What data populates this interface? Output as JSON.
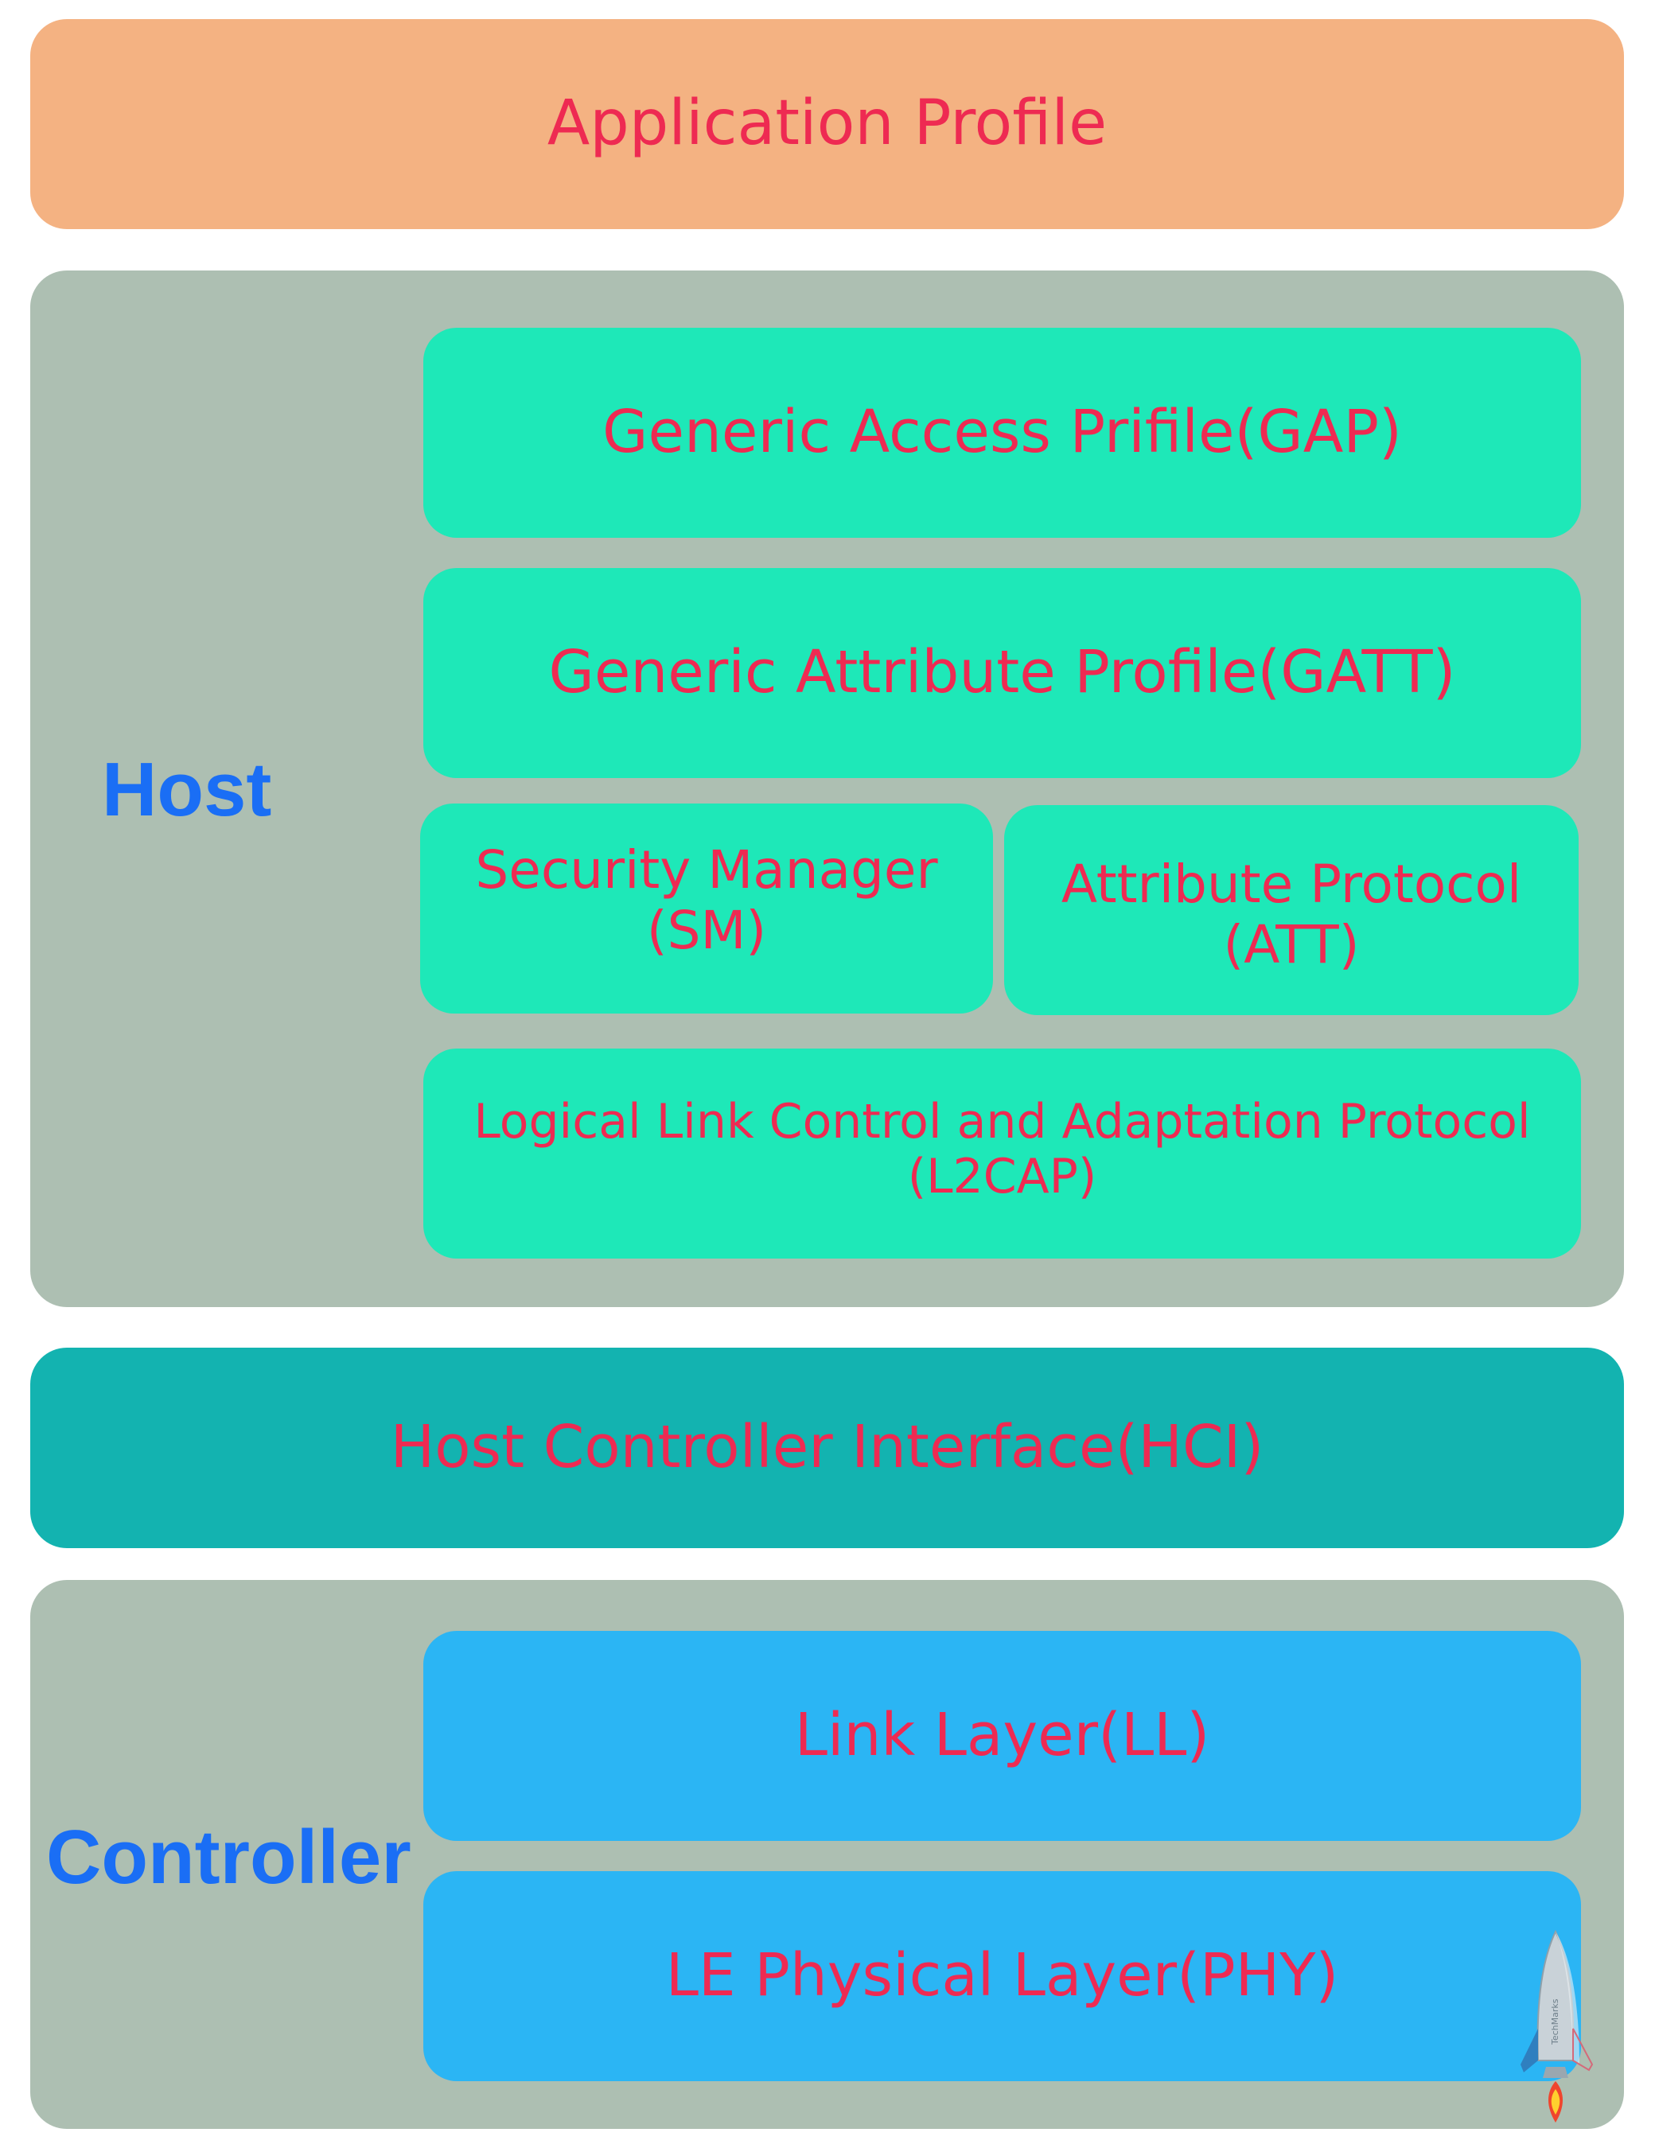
{
  "layers": {
    "application_profile": "Application Profile",
    "host": {
      "label": "Host",
      "gap": "Generic Access Prifile(GAP)",
      "gatt": "Generic Attribute Profile(GATT)",
      "sm": {
        "line1": "Security Manager",
        "line2": "(SM)"
      },
      "att": {
        "line1": "Attribute Protocol",
        "line2": "(ATT)"
      },
      "l2cap": {
        "line1": "Logical Link Control and Adaptation Protocol",
        "line2": "(L2CAP)"
      }
    },
    "hci": "Host Controller Interface(HCI)",
    "controller": {
      "label": "Controller",
      "ll": "Link Layer(LL)",
      "phy": "LE Physical Layer(PHY)"
    }
  },
  "colors": {
    "text": "#ee2a52",
    "side_label": "#1a6ef5",
    "application": "#f4b282",
    "group_background": "#adbfb2",
    "host_blocks": "#1ee8b8",
    "hci": "#13b3b0",
    "controller_blocks": "#2bb5f4"
  },
  "logo": {
    "icon": "rocket-icon",
    "text": "TechMarks"
  }
}
